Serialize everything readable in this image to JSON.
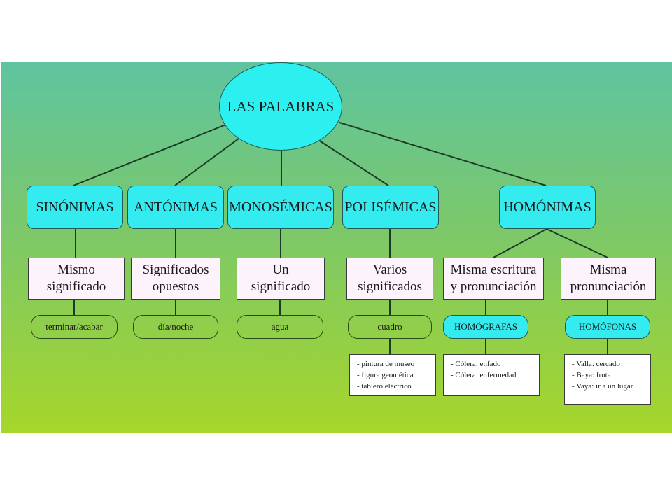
{
  "root": "LAS PALABRAS",
  "categories": {
    "sinonimas": "SINÓNIMAS",
    "antonimas": "ANTÓNIMAS",
    "monosemicas": "MONOSÉMICAS",
    "polisemicas": "POLISÉMICAS",
    "homonimas": "HOMÓNIMAS"
  },
  "descriptions": {
    "sinonimas": [
      "Mismo",
      "significado"
    ],
    "antonimas": [
      "Significados",
      "opuestos"
    ],
    "monosemicas": [
      "Un",
      "significado"
    ],
    "polisemicas": [
      "Varios",
      "significados"
    ],
    "homografas": [
      "Misma escritura",
      "y pronunciación"
    ],
    "homofonas": [
      "Misma",
      "pronunciación"
    ]
  },
  "examples": {
    "sinonimas": "terminar/acabar",
    "antonimas": "día/noche",
    "monosemicas": "agua",
    "polisemicas": "cuadro"
  },
  "subtypes": {
    "homografas": "HOMÓGRAFAS",
    "homofonas": "HOMÓFONAS"
  },
  "lists": {
    "polisemicas": [
      "- pintura de museo",
      "- figura geomética",
      "- tablero eléctrico"
    ],
    "homografas": [
      "- Cólera: enfado",
      "- Cólera: enfermedad"
    ],
    "homofonas": [
      "- Valla: cercado",
      "- Baya: fruta",
      "- Vaya: ir a un lugar"
    ]
  }
}
